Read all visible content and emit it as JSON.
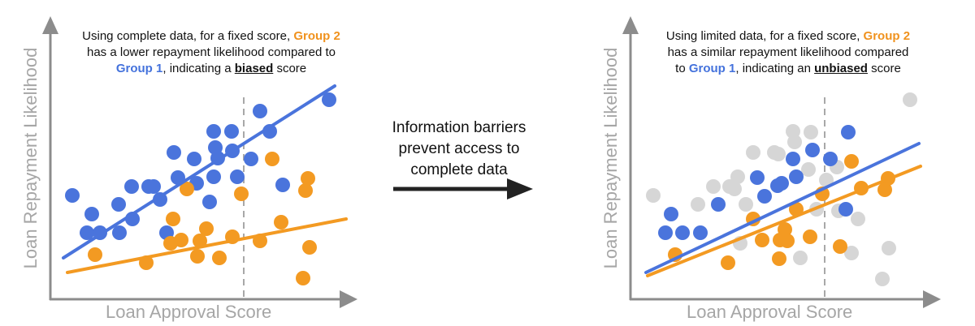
{
  "colors": {
    "group1": "#4a74dc",
    "group2": "#f39a22",
    "hidden": "#d6d6d6",
    "axis": "#8c8c8c",
    "threshold": "#a8a8a8",
    "arrow": "#222222"
  },
  "left_panel": {
    "caption": {
      "line1_prefix": "Using complete data, for a fixed score,",
      "line1_group": "Group 2",
      "line2": "has a lower repayment likelihood compared to",
      "line3_group": "Group 1",
      "line3_mid": ", indicating a",
      "line3_emph": "biased",
      "line3_suffix": "score"
    },
    "x_axis_label": "Loan Approval Score",
    "y_axis_label": "Loan Repayment Likelihood",
    "chart_data": {
      "type": "scatter",
      "series": [
        {
          "name": "Group 1",
          "points": [
            [
              89,
              241
            ],
            [
              107,
              287
            ],
            [
              113,
              264
            ],
            [
              123,
              287
            ],
            [
              147,
              287
            ],
            [
              146,
              252
            ],
            [
              162,
              230
            ],
            [
              163,
              270
            ],
            [
              183,
              230
            ],
            [
              189,
              230
            ],
            [
              197,
              246
            ],
            [
              205,
              287
            ],
            [
              214,
              188
            ],
            [
              219,
              219
            ],
            [
              239,
              196
            ],
            [
              242,
              226
            ],
            [
              258,
              249
            ],
            [
              263,
              162
            ],
            [
              263,
              218
            ],
            [
              265,
              182
            ],
            [
              268,
              195
            ],
            [
              285,
              162
            ],
            [
              286,
              186
            ],
            [
              292,
              218
            ],
            [
              309,
              196
            ],
            [
              320,
              137
            ],
            [
              332,
              162
            ],
            [
              348,
              228
            ],
            [
              405,
              123
            ]
          ]
        },
        {
          "name": "Group 2",
          "points": [
            [
              117,
              314
            ],
            [
              180,
              324
            ],
            [
              213,
              270
            ],
            [
              210,
              300
            ],
            [
              230,
              233
            ],
            [
              223,
              296
            ],
            [
              246,
              297
            ],
            [
              254,
              282
            ],
            [
              243,
              316
            ],
            [
              270,
              318
            ],
            [
              286,
              292
            ],
            [
              297,
              239
            ],
            [
              320,
              297
            ],
            [
              335,
              196
            ],
            [
              346,
              274
            ],
            [
              376,
              235
            ],
            [
              379,
              220
            ],
            [
              381,
              305
            ],
            [
              373,
              343
            ]
          ]
        }
      ],
      "trend_lines": [
        {
          "series": "Group 1",
          "from": [
            78,
            318
          ],
          "to": [
            412,
            106
          ]
        },
        {
          "series": "Group 2",
          "from": [
            83,
            336
          ],
          "to": [
            426,
            270
          ]
        }
      ],
      "threshold_x": 300
    }
  },
  "middle": {
    "text": "Information barriers prevent access to complete data"
  },
  "right_panel": {
    "caption": {
      "line1_prefix": "Using limited data, for a fixed score,",
      "line1_group": "Group 2",
      "line2": "has a similar repayment likelihood compared",
      "line3_prefix": "to",
      "line3_group": "Group 1",
      "line3_mid": ", indicating an",
      "line3_emph": "unbiased",
      "line3_suffix": "score"
    },
    "x_axis_label": "Loan Approval Score",
    "y_axis_label": "Loan Repayment Likelihood",
    "chart_data": {
      "type": "scatter",
      "series": [
        {
          "name": "Group 1",
          "points": [
            [
              826,
              264
            ],
            [
              819,
              287
            ],
            [
              840,
              287
            ],
            [
              862,
              287
            ],
            [
              884,
              252
            ],
            [
              932,
              219
            ],
            [
              941,
              242
            ],
            [
              957,
              229
            ],
            [
              962,
              226
            ],
            [
              976,
              196
            ],
            [
              980,
              218
            ],
            [
              1000,
              185
            ],
            [
              1022,
              196
            ],
            [
              1044,
              163
            ],
            [
              1041,
              258
            ]
          ]
        },
        {
          "name": "Group 2",
          "points": [
            [
              831,
              314
            ],
            [
              896,
              324
            ],
            [
              927,
              270
            ],
            [
              938,
              296
            ],
            [
              960,
              296
            ],
            [
              966,
              283
            ],
            [
              969,
              297
            ],
            [
              959,
              319
            ],
            [
              980,
              258
            ],
            [
              997,
              292
            ],
            [
              1012,
              239
            ],
            [
              1034,
              304
            ],
            [
              1048,
              199
            ],
            [
              1060,
              232
            ],
            [
              1093,
              220
            ],
            [
              1089,
              234
            ]
          ]
        },
        {
          "name": "",
          "points": [
            [
              804,
              241
            ],
            [
              859,
              252
            ],
            [
              878,
              230
            ],
            [
              898,
              230
            ],
            [
              908,
              218
            ],
            [
              904,
              233
            ],
            [
              911,
              300
            ],
            [
              927,
              188
            ],
            [
              918,
              252
            ],
            [
              953,
              188
            ],
            [
              958,
              190
            ],
            [
              976,
              162
            ],
            [
              978,
              175
            ],
            [
              998,
              163
            ],
            [
              995,
              209
            ],
            [
              985,
              318
            ],
            [
              1005,
              258
            ],
            [
              1017,
              222
            ],
            [
              1030,
              206
            ],
            [
              1032,
              260
            ],
            [
              1056,
              270
            ],
            [
              1048,
              312
            ],
            [
              1094,
              306
            ],
            [
              1086,
              344
            ],
            [
              1120,
              123
            ]
          ]
        }
      ],
      "trend_lines": [
        {
          "series": "Group 1",
          "from": [
            795,
            336
          ],
          "to": [
            1131,
            177
          ]
        },
        {
          "series": "Group 2",
          "from": [
            797,
            340
          ],
          "to": [
            1133,
            205
          ]
        }
      ],
      "threshold_x": 1015
    }
  }
}
